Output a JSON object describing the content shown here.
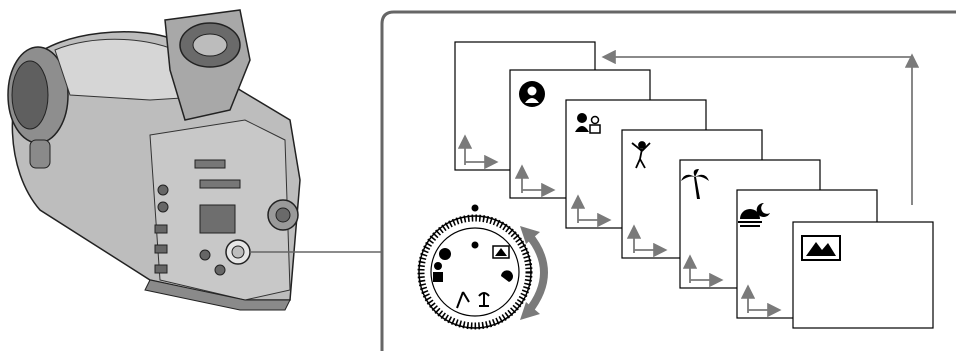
{
  "diagram": {
    "description_visible_text": "",
    "modes": [
      {
        "id": "auto",
        "icon": "auto-mode-icon"
      },
      {
        "id": "portrait",
        "icon": "portrait-icon"
      },
      {
        "id": "spotlight",
        "icon": "spotlight-icon"
      },
      {
        "id": "sports",
        "icon": "golfer-icon"
      },
      {
        "id": "beach-ski",
        "icon": "palm-tree-icon"
      },
      {
        "id": "sunset-moon",
        "icon": "sunset-moon-icon"
      },
      {
        "id": "landscape",
        "icon": "mountain-icon"
      }
    ],
    "dial": {
      "icon": "program-ae-dial",
      "rotation": "both-directions"
    },
    "colors": {
      "frame": "#666666",
      "line": "#000000",
      "arrow": "#7a7a7a",
      "camera": "#9a9a9a"
    }
  }
}
